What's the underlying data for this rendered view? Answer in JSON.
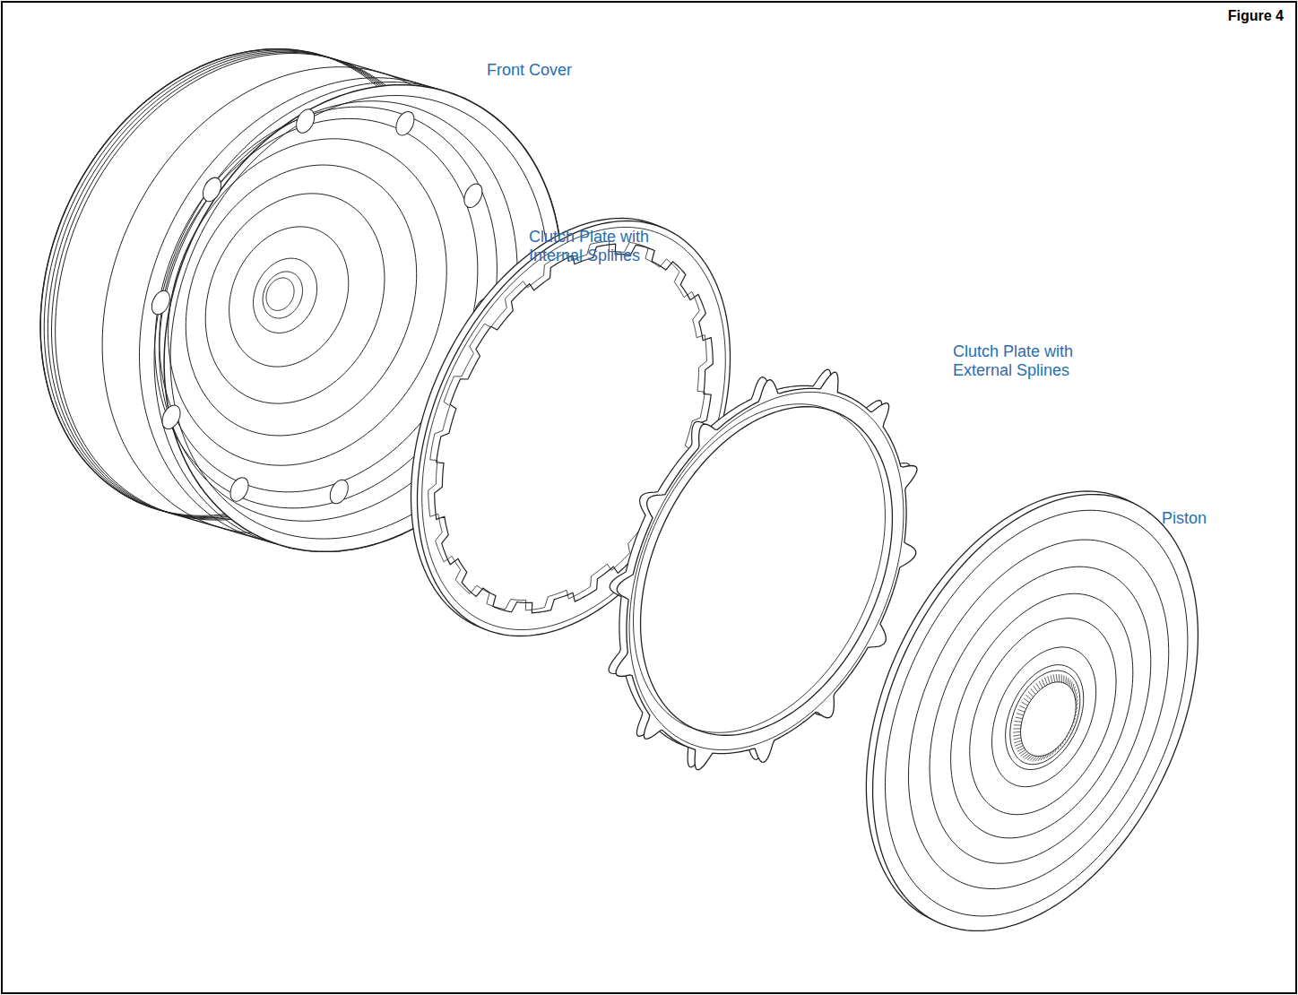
{
  "diagram": {
    "title": "Figure 4",
    "labels": [
      "Front Cover",
      "Clutch Plate with Internal Splines",
      "Clutch Plate with External Splines",
      "Piston"
    ]
  }
}
